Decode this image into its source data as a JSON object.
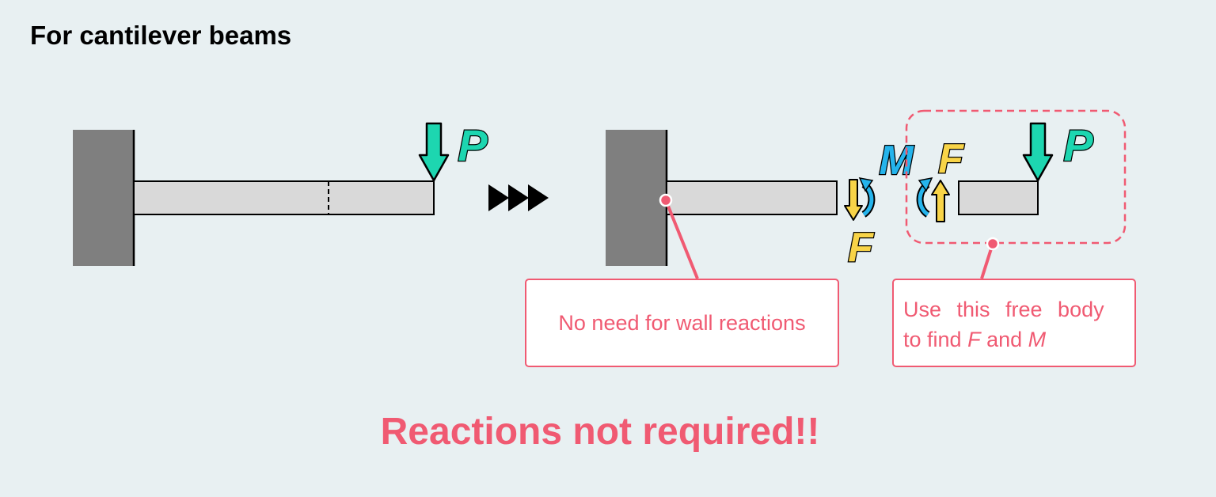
{
  "heading": "For cantilever beams",
  "labels": {
    "load_left": "P",
    "load_right": "P",
    "moment_left": "M",
    "force_left": "F",
    "force_right": "F"
  },
  "callouts": {
    "wall": "No need for wall reactions",
    "free_body_line1": "Use this free body",
    "free_body_line2_prefix": "to find ",
    "free_body_var_f": "F",
    "free_body_and": " and ",
    "free_body_var_m": "M"
  },
  "conclusion": "Reactions not required!!",
  "colors": {
    "background": "#e8f0f2",
    "wall": "#7f7f7f",
    "beam": "#d9d9d9",
    "load": "#1dd6b0",
    "moment": "#25b4ec",
    "force": "#f8d448",
    "accent": "#f05a72"
  }
}
